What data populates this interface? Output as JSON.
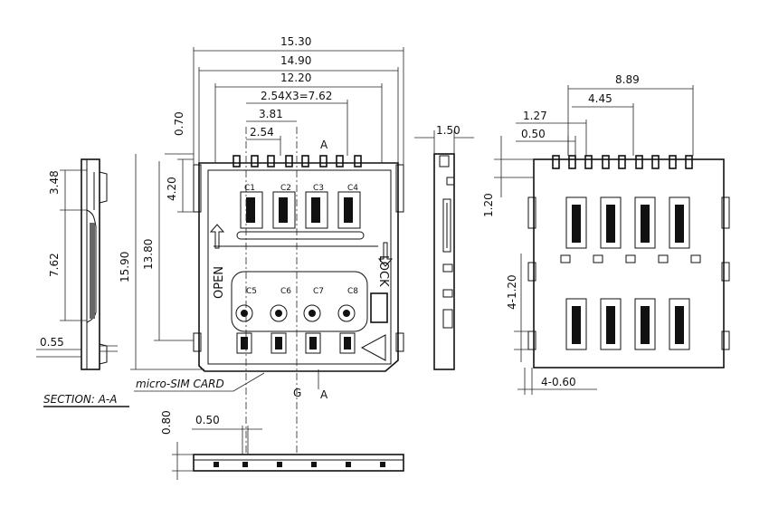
{
  "dimensions": {
    "d_15_30": "15.30",
    "d_14_90": "14.90",
    "d_12_20": "12.20",
    "d_pitch": "2.54X3=7.62",
    "d_3_81": "3.81",
    "d_2_54": "2.54",
    "d_0_70": "0.70",
    "d_4_20": "4.20",
    "d_13_80": "13.80",
    "d_15_90": "15.90",
    "d_3_48": "3.48",
    "d_7_62": "7.62",
    "d_0_55": "0.55",
    "d_1_50": "1.50",
    "d_8_89": "8.89",
    "d_4_45": "4.45",
    "d_1_27": "1.27",
    "d_0_50_top": "0.50",
    "d_1_20": "1.20",
    "d_4x1_20": "4-1.20",
    "d_4x0_60": "4-0.60",
    "d_0_80": "0.80",
    "d_0_50_bottom": "0.50"
  },
  "labels": {
    "section_a_top": "A",
    "section_a_bottom": "A",
    "center_g": "G",
    "open": "OPEN",
    "lock": "LOCK",
    "micro_sim": "micro-SIM CARD",
    "section": "SECTION: A-A",
    "contacts_top": [
      "C1",
      "C2",
      "C3",
      "C4"
    ],
    "contacts_bottom": [
      "C5",
      "C6",
      "C7",
      "C8"
    ]
  }
}
